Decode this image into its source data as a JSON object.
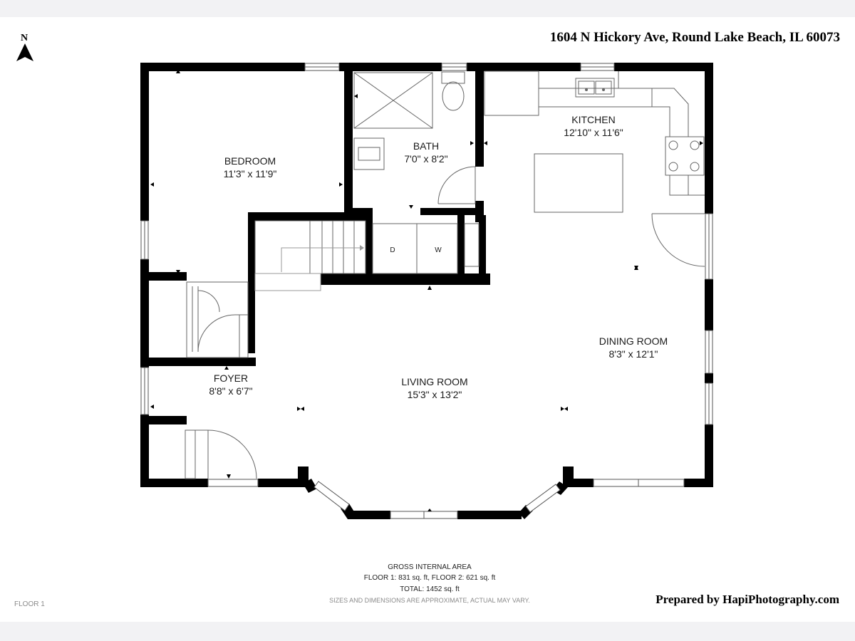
{
  "header": {
    "address": "1604 N Hickory Ave, Round Lake Beach, IL 60073",
    "north": "N"
  },
  "rooms": {
    "bedroom": {
      "name": "BEDROOM",
      "dims": "11'3\" x 11'9\""
    },
    "bath": {
      "name": "BATH",
      "dims": "7'0\" x 8'2\""
    },
    "kitchen": {
      "name": "KITCHEN",
      "dims": "12'10\" x 11'6\""
    },
    "dining": {
      "name": "DINING ROOM",
      "dims": "8'3\" x 12'1\""
    },
    "living": {
      "name": "LIVING ROOM",
      "dims": "15'3\" x 13'2\""
    },
    "foyer": {
      "name": "FOYER",
      "dims": "8'8\" x 6'7\""
    }
  },
  "appliances": {
    "dryer": "D",
    "washer": "W"
  },
  "footer": {
    "gia_title": "GROSS INTERNAL AREA",
    "gia_floors": "FLOOR 1: 831 sq. ft, FLOOR 2: 621 sq. ft",
    "gia_total": "TOTAL: 1452 sq. ft",
    "disclaimer": "SIZES AND DIMENSIONS ARE APPROXIMATE, ACTUAL MAY VARY.",
    "floor_label": "FLOOR 1",
    "prepared_by": "Prepared by HapiPhotography.com"
  },
  "colors": {
    "wall": "#000000",
    "window": "#ffffff",
    "background": "#f2f2f4"
  }
}
